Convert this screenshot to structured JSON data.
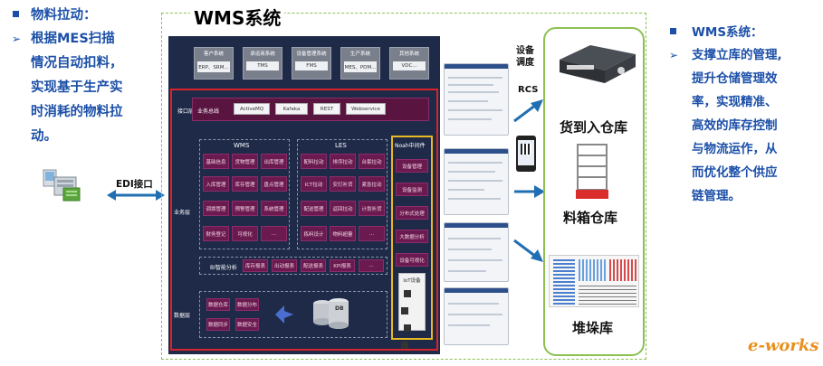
{
  "left_note": {
    "title": "物料拉动：",
    "body_lines": [
      "根据MES扫描",
      "情况自动扣料，",
      "实现基于生产实",
      "时消耗的物料拉",
      "动。"
    ]
  },
  "edi_label": "EDI接口",
  "wms_title": "WMS系统",
  "top_systems": [
    {
      "name": "客户系统",
      "items": "ERP、SRM..."
    },
    {
      "name": "承运商系统",
      "items": "TMS"
    },
    {
      "name": "设备管理系统",
      "items": "FMS"
    },
    {
      "name": "生产系统",
      "items": "MES、PDM..."
    },
    {
      "name": "其他系统",
      "items": "VDC..."
    }
  ],
  "interface_layer": {
    "label": "接口层",
    "bus_label": "业务总线",
    "items": [
      "ActiveMQ",
      "Kafaka",
      "REST",
      "Webservice"
    ]
  },
  "business_layer_label": "业务层",
  "wms_group": {
    "title": "WMS",
    "cells": [
      "基础信息",
      "货物管理",
      "出库管理",
      "入库管理",
      "库存管理",
      "盘点管理",
      "调拨管理",
      "预警管理",
      "系统管理",
      "财务登记",
      "可视化",
      "..."
    ]
  },
  "les_group": {
    "title": "LES",
    "cells": [
      "配料拉动",
      "排序拉动",
      "台套拉动",
      "ICT拉动",
      "安灯补货",
      "紧急拉动",
      "配送管理",
      "返回拉动",
      "计划补货",
      "拣料设计",
      "物料超量",
      "..."
    ]
  },
  "noah_group": {
    "title": "Noah中间件",
    "items": [
      "设备管理",
      "设备监测",
      "分布式处理",
      "大数据分析",
      "设备可视化"
    ]
  },
  "bi_row": {
    "label": "BI智能分析",
    "items": [
      "库存报表",
      "出动报表",
      "配送报表",
      "KPI报表",
      "..."
    ]
  },
  "data_layer": {
    "label": "数据层",
    "cells": [
      "数据仓库",
      "数据分布",
      "数据同步",
      "数据安全"
    ],
    "db_label": "DB",
    "iot_label": "IoT设备"
  },
  "device_dispatch_label": "设备\n调度",
  "rcs_label": "RCS",
  "warehouses": [
    "货到入仓库",
    "料箱仓库",
    "堆垛库"
  ],
  "right_note": {
    "title": "WMS系统：",
    "body_lines": [
      "支撑立库的管理,",
      "提升仓储管理效",
      "率，实现精准、",
      "高效的库存控制",
      "与物流运作，从",
      "而优化整个供应",
      "链管理。"
    ]
  },
  "watermark": "e-works",
  "colors": {
    "accent_blue": "#1b4fa8",
    "frame_green": "#8cc152",
    "panel_dark": "#1e2a48",
    "cell_purple": "#6b1a4f",
    "highlight_red": "#d9232d",
    "noah_yellow": "#e8b923"
  }
}
